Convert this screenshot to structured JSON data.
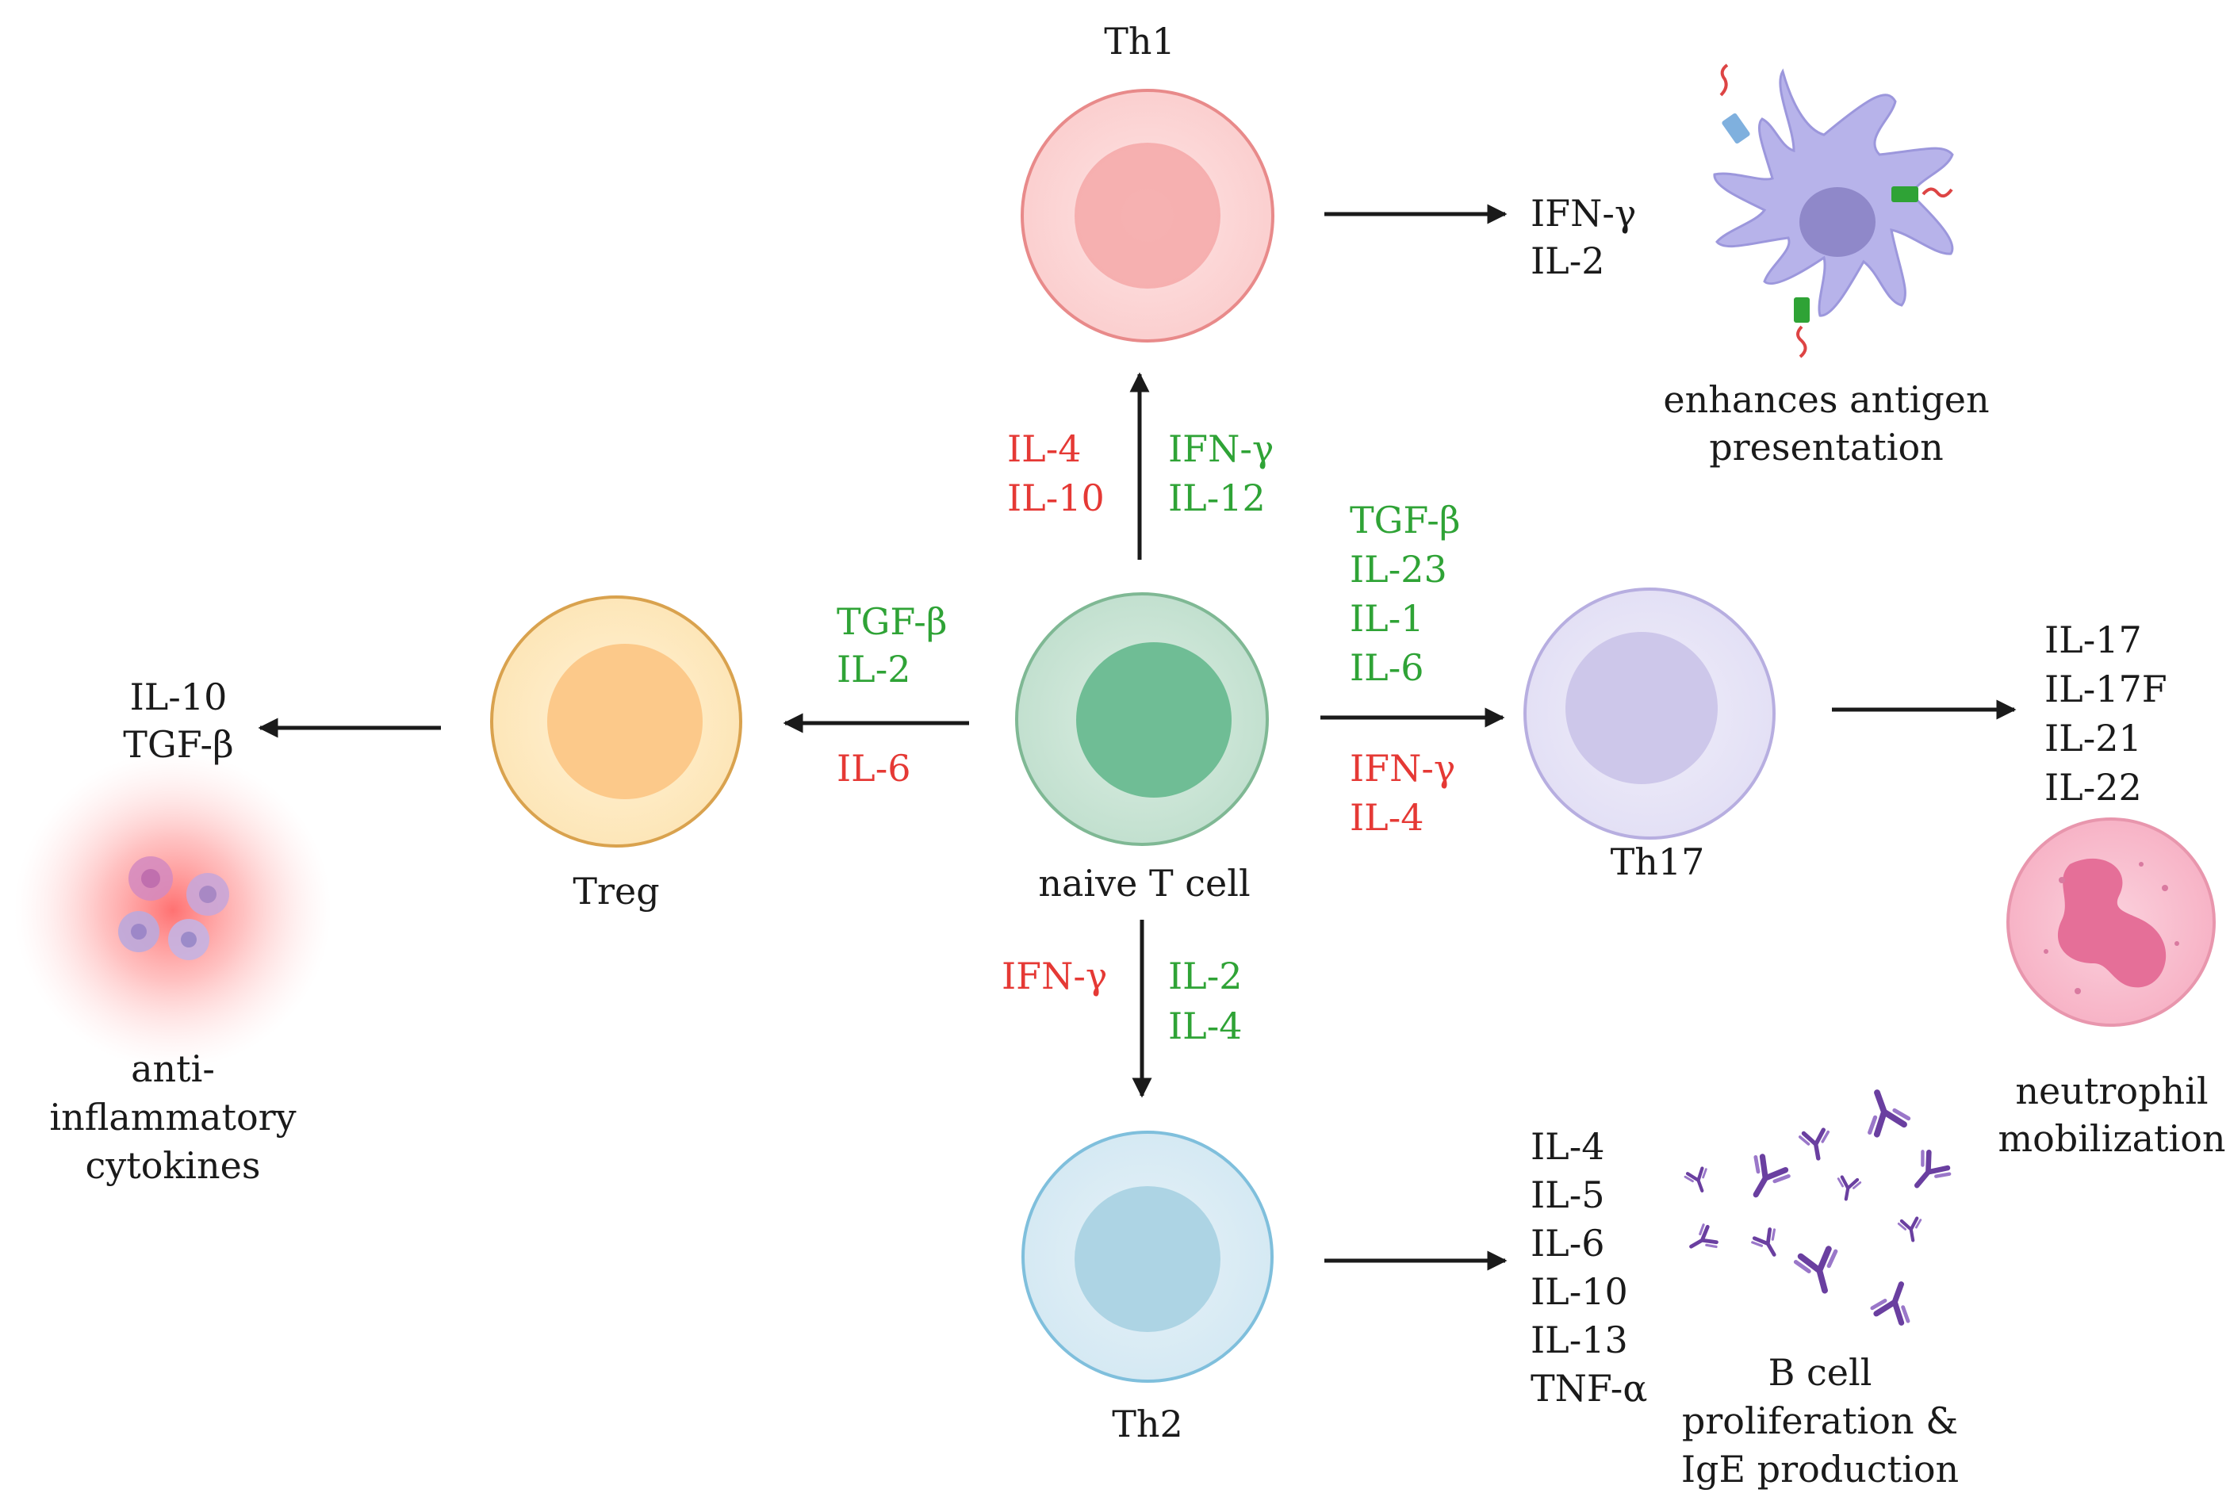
{
  "cells": {
    "naive": "naive T cell",
    "th1": "Th1",
    "th2": "Th2",
    "th17": "Th17",
    "treg": "Treg"
  },
  "signals": {
    "th1_inhibit": [
      "IL-4",
      "IL-10"
    ],
    "th1_promote": [
      "IFN-γ",
      "IL-12"
    ],
    "th17_promote": [
      "TGF-β",
      "IL-23",
      "IL-1",
      "IL-6"
    ],
    "th17_inhibit": [
      "IFN-γ",
      "IL-4"
    ],
    "treg_promote": [
      "TGF-β",
      "IL-2"
    ],
    "treg_inhibit": [
      "IL-6"
    ],
    "th2_inhibit": [
      "IFN-γ"
    ],
    "th2_promote": [
      "IL-2",
      "IL-4"
    ]
  },
  "outputs": {
    "th1": [
      "IFN-γ",
      "IL-2"
    ],
    "th17": [
      "IL-17",
      "IL-17F",
      "IL-21",
      "IL-22"
    ],
    "th2": [
      "IL-4",
      "IL-5",
      "IL-6",
      "IL-10",
      "IL-13",
      "TNF-α"
    ],
    "treg": [
      "IL-10",
      "TGF-β"
    ]
  },
  "effects": {
    "th1": [
      "enhances antigen",
      "presentation"
    ],
    "th17": [
      "neutrophil",
      "mobilization"
    ],
    "th2": [
      "B cell",
      "proliferation &",
      "IgE production"
    ],
    "treg": [
      "anti-",
      "inflammatory",
      "cytokines"
    ]
  },
  "colors": {
    "promote": "#2fa336",
    "inhibit": "#e53935",
    "th1_cell": "#f6b2b2",
    "naive_cell": "#a9d3bd",
    "th17_cell": "#d6d2f0",
    "th2_cell": "#c6e0ec",
    "treg_cell": "#fbdca0",
    "arrow": "#1a1a1a"
  }
}
